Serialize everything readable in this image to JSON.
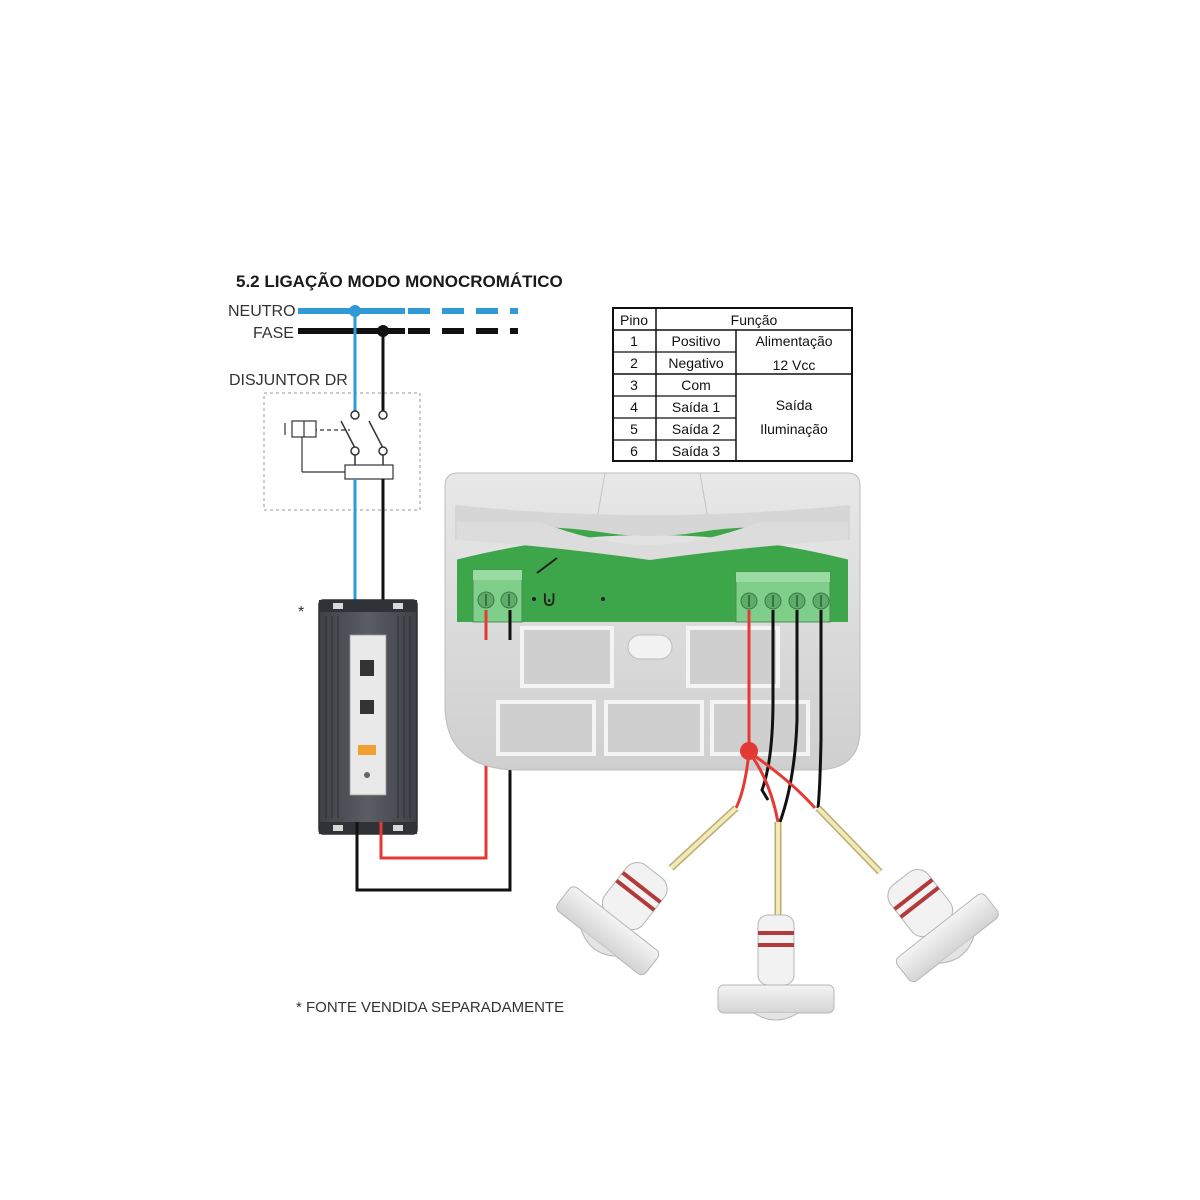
{
  "title": "5.2 LIGAÇÃO MODO MONOCROMÁTICO",
  "lines": {
    "neutral": "NEUTRO",
    "phase": "FASE"
  },
  "breaker_label": "DISJUNTOR DR",
  "psu_asterisk": "*",
  "footnote": "* FONTE VENDIDA SEPARADAMENTE",
  "table": {
    "headers": [
      "Pino",
      "Função"
    ],
    "rows": [
      {
        "pin": "1",
        "signal": "Positivo"
      },
      {
        "pin": "2",
        "signal": "Negativo"
      },
      {
        "pin": "3",
        "signal": "Com"
      },
      {
        "pin": "4",
        "signal": "Saída 1"
      },
      {
        "pin": "5",
        "signal": "Saída 2"
      },
      {
        "pin": "6",
        "signal": "Saída 3"
      }
    ],
    "groups": [
      {
        "line1": "Alimentação",
        "line2": "12 Vcc"
      },
      {
        "line1": "Saída",
        "line2": "Iluminação"
      }
    ]
  },
  "colors": {
    "neutral": "#2f9ad6",
    "phase": "#111111",
    "positive": "#e53935",
    "board_green": "#3ea64a",
    "terminal_green": "#7fce8a",
    "housing": "#d9d9d9",
    "psu": "#4a4d52",
    "led_wire": "#f3e9b8"
  }
}
